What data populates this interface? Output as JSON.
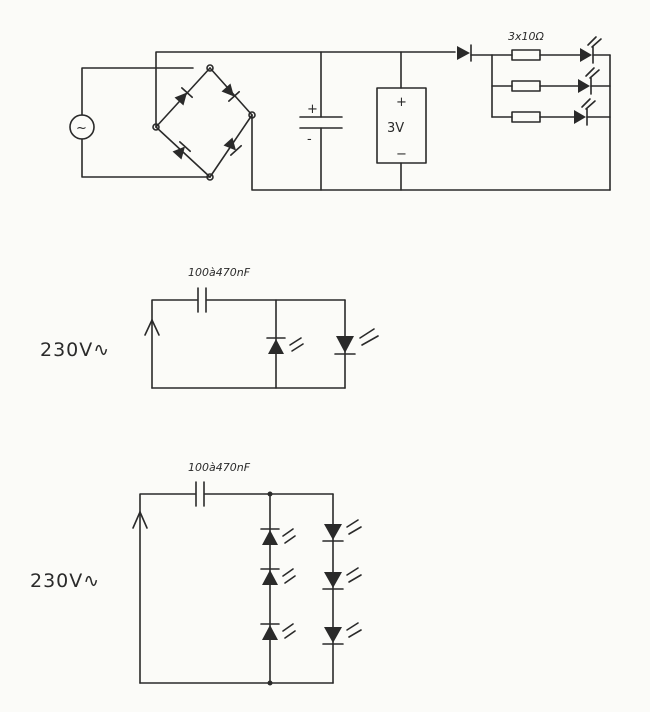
{
  "circuit1": {
    "source_symbol": "~",
    "capacitor_plus": "+",
    "capacitor_minus": "-",
    "battery_plus": "+",
    "battery_label": "3V",
    "battery_minus": "−",
    "resistor_label": "3x10Ω"
  },
  "circuit2": {
    "capacitor_label": "100à470nF",
    "voltage_label": "230V∿"
  },
  "circuit3": {
    "capacitor_label": "100à470nF",
    "voltage_label": "230V∿"
  },
  "colors": {
    "ink": "#2a2a2a",
    "paper": "#fbfbf8"
  }
}
